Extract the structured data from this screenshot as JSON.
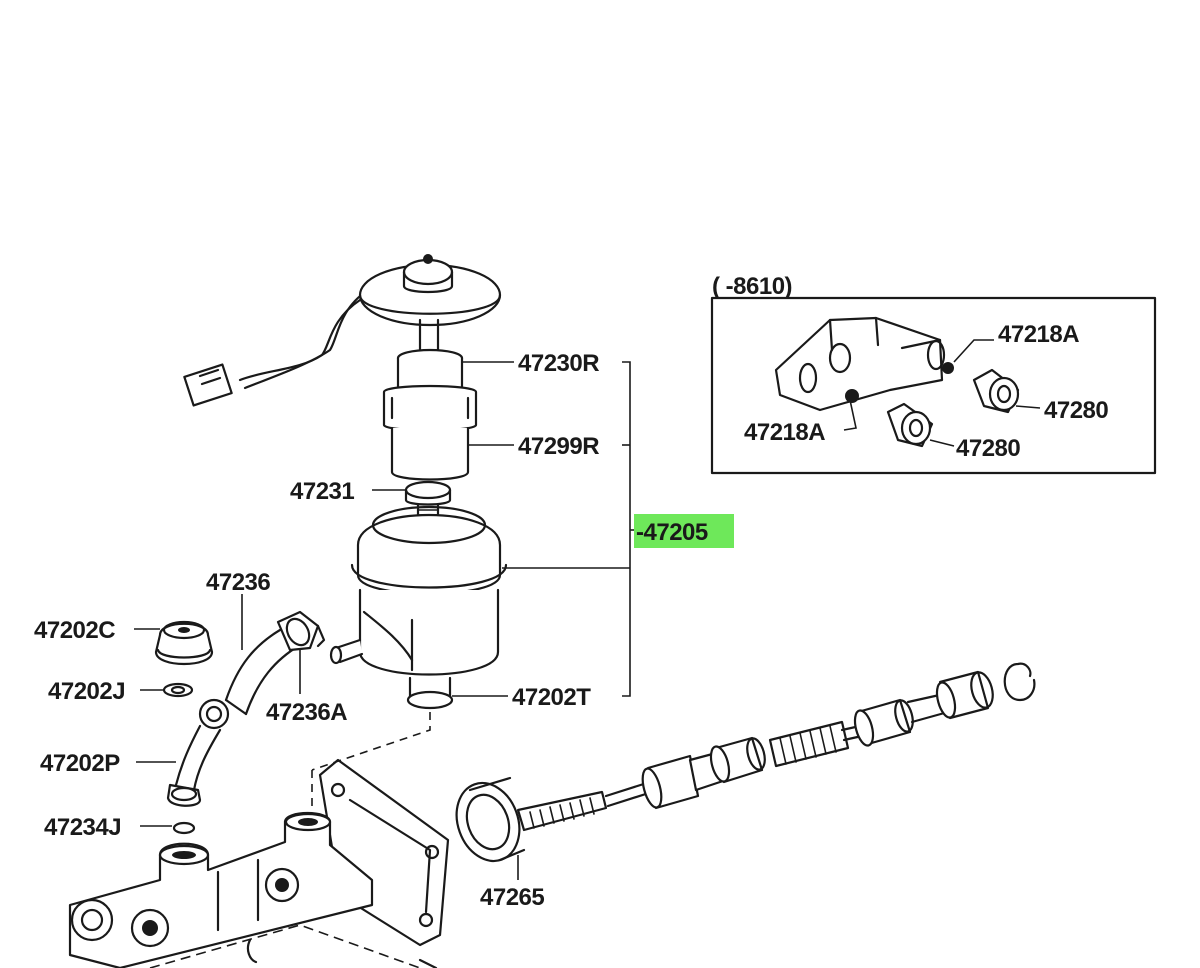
{
  "inset": {
    "header": "(      -8610)"
  },
  "highlight_color": "#6ee85a",
  "labels": {
    "47230R": "47230R",
    "47299R": "47299R",
    "47231": "47231",
    "47205": "-47205",
    "47236": "47236",
    "47202C": "47202C",
    "47202J": "47202J",
    "47236A": "47236A",
    "47202T": "47202T",
    "47202P": "47202P",
    "47234J": "47234J",
    "47265": "47265",
    "47218A_top": "47218A",
    "47218A_left": "47218A",
    "47280_right": "47280",
    "47280_bottom": "47280"
  }
}
